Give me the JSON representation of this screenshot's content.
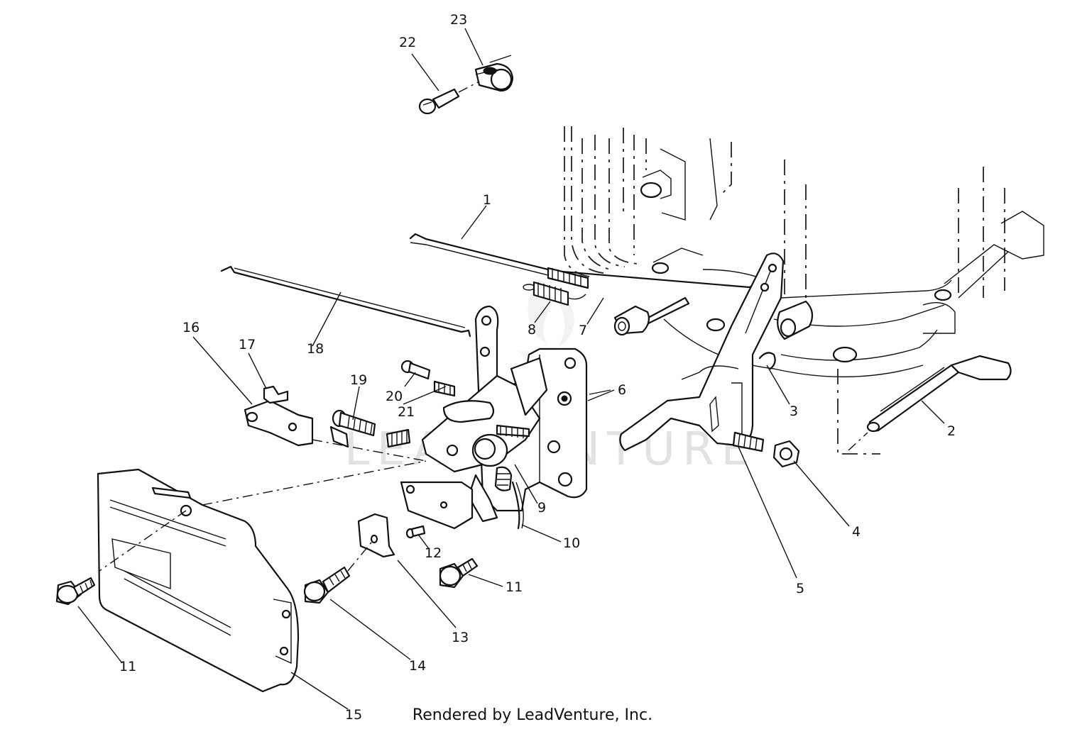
{
  "watermark": "LEADVENTURE",
  "footer": "Rendered by LeadVenture, Inc.",
  "callouts": [
    "1",
    "2",
    "3",
    "4",
    "5",
    "6",
    "7",
    "8",
    "9",
    "10",
    "11",
    "11",
    "12",
    "13",
    "14",
    "15",
    "16",
    "17",
    "18",
    "19",
    "20",
    "21",
    "22",
    "23"
  ]
}
